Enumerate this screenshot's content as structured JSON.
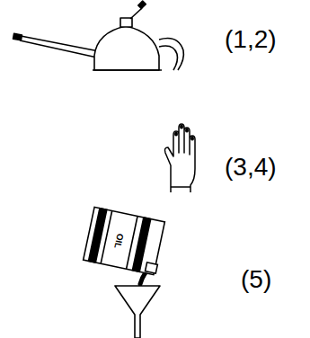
{
  "diagram": {
    "labels": [
      "(1,2)",
      "(3,4)",
      "(5)",
      "OIL"
    ]
  }
}
